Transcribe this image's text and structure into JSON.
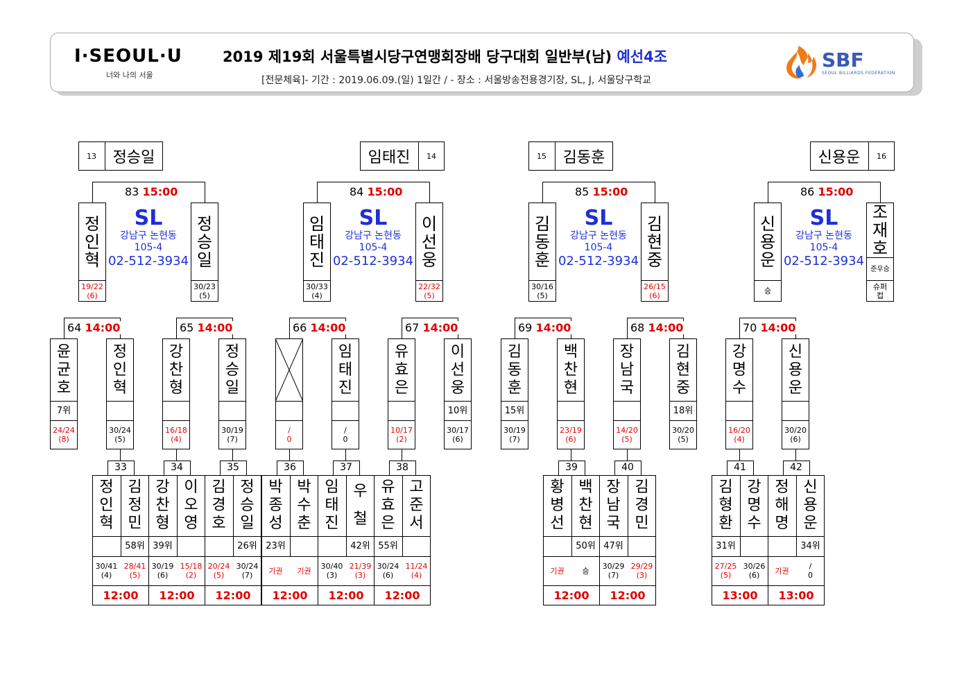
{
  "header": {
    "logo_left": "I·SEOUL·U",
    "logo_left_sub": "너와 나의 서울",
    "title_main": "2019  제19회  서울특별시당구연맹회장배  당구대회  일반부(남)",
    "title_group": "예선4조",
    "subtitle": "[전문체육]- 기간 : 2019.06.09.(일) 1일간 / - 장소 : 서울방송전용경기장, SL, J, 서울당구학교",
    "logo_right": "SBF",
    "logo_right_sub": "SEOUL BILLIARDS FEDERATION"
  },
  "venue": {
    "name": "SL",
    "address1": "강남구 논현동",
    "address2": "105-4",
    "phone": "02-512-3934"
  },
  "seeds": [
    {
      "num": "13",
      "name": "정승일"
    },
    {
      "num": "14",
      "name": "임태진"
    },
    {
      "num": "15",
      "name": "김동훈"
    },
    {
      "num": "16",
      "name": "신용운"
    }
  ],
  "semis": [
    {
      "match": "83",
      "time": "15:00",
      "p1": "정인혁",
      "p2": "정승일",
      "s1": "19/22",
      "s1b": "(6)",
      "s2": "30/23",
      "s2b": "(5)"
    },
    {
      "match": "84",
      "time": "15:00",
      "p1": "임태진",
      "p2": "이선웅",
      "s1": "30/33",
      "s1b": "(4)",
      "s2": "22/32",
      "s2b": "(5)"
    },
    {
      "match": "85",
      "time": "15:00",
      "p1": "김동훈",
      "p2": "김현중",
      "s1": "30/16",
      "s1b": "(5)",
      "s2": "26/15",
      "s2b": "(6)"
    },
    {
      "match": "86",
      "time": "15:00",
      "p1": "신용운",
      "p2": "조재호",
      "p2note": "준우승",
      "s1": "승",
      "s2": "슈퍼컵"
    }
  ],
  "round2": [
    {
      "match": "64",
      "time": "14:00",
      "p1": "윤균호",
      "r1": "7위",
      "s1": "24/24",
      "s1b": "(8)",
      "p2": "정인혁",
      "r2": "",
      "s2": "30/24",
      "s2b": "(5)",
      "sub1": "",
      "sub2": "33"
    },
    {
      "match": "65",
      "time": "14:00",
      "p1": "강찬형",
      "r1": "",
      "s1": "16/18",
      "s1b": "(4)",
      "p2": "정승일",
      "r2": "",
      "s2": "30/19",
      "s2b": "(7)",
      "sub1": "34",
      "sub2": "35"
    },
    {
      "match": "66",
      "time": "14:00",
      "p1": "",
      "r1": "",
      "s1": "/",
      "s1b": "0",
      "p2": "임태진",
      "r2": "",
      "s2": "/",
      "s2b": "0",
      "sub1": "36",
      "sub2": "37"
    },
    {
      "match": "67",
      "time": "14:00",
      "p1": "유효은",
      "r1": "",
      "s1": "10/17",
      "s1b": "(2)",
      "p2": "이선웅",
      "r2": "10위",
      "s2": "30/17",
      "s2b": "(6)",
      "sub1": "38",
      "sub2": ""
    },
    {
      "match": "69",
      "time": "14:00",
      "p1": "김동훈",
      "r1": "15위",
      "s1": "30/19",
      "s1b": "(7)",
      "p2": "백찬현",
      "r2": "",
      "s2": "23/19",
      "s2b": "(6)",
      "sub1": "",
      "sub2": "39"
    },
    {
      "match": "68",
      "time": "14:00",
      "p1": "장남국",
      "r1": "",
      "s1": "14/20",
      "s1b": "(5)",
      "p2": "김현중",
      "r2": "18위",
      "s2": "30/20",
      "s2b": "(5)",
      "sub1": "40",
      "sub2": ""
    },
    {
      "match": "70",
      "time": "14:00",
      "p1": "강명수",
      "r1": "",
      "s1": "16/20",
      "s1b": "(4)",
      "p2": "신용운",
      "r2": "",
      "s2": "30/20",
      "s2b": "(6)",
      "sub1": "41",
      "sub2": "42"
    }
  ],
  "round1": [
    {
      "match": "33",
      "time": "12:00",
      "p1": "정인혁",
      "r1": "",
      "s1": "30/41",
      "s1b": "(4)",
      "p2": "김정민",
      "r2": "58위",
      "s2": "28/41",
      "s2b": "(5)"
    },
    {
      "match": "34",
      "time": "12:00",
      "p1": "강찬형",
      "r1": "39위",
      "s1": "30/19",
      "s1b": "(6)",
      "p2": "이오영",
      "r2": "",
      "s2": "15/18",
      "s2b": "(2)"
    },
    {
      "match": "35",
      "time": "12:00",
      "p1": "김경호",
      "r1": "",
      "s1": "20/24",
      "s1b": "(5)",
      "p2": "정승일",
      "r2": "26위",
      "s2": "30/24",
      "s2b": "(7)"
    },
    {
      "match": "36",
      "time": "12:00",
      "p1": "박종성",
      "r1": "23위",
      "s1": "기권",
      "s1b": "",
      "p2": "박수춘",
      "r2": "",
      "s2": "기권",
      "s2b": ""
    },
    {
      "match": "37",
      "time": "12:00",
      "p1": "임태진",
      "r1": "",
      "s1": "30/40",
      "s1b": "(3)",
      "p2": "우 철",
      "r2": "42위",
      "s2": "21/39",
      "s2b": "(3)"
    },
    {
      "match": "38",
      "time": "12:00",
      "p1": "유효은",
      "r1": "55위",
      "s1": "30/24",
      "s1b": "(6)",
      "p2": "고준서",
      "r2": "",
      "s2": "11/24",
      "s2b": "(4)"
    },
    {
      "match": "39",
      "time": "12:00",
      "p1": "황병선",
      "r1": "",
      "s1": "기권",
      "s1b": "",
      "p2": "백찬현",
      "r2": "50위",
      "s2": "승",
      "s2b": ""
    },
    {
      "match": "40",
      "time": "12:00",
      "p1": "장남국",
      "r1": "47위",
      "s1": "30/29",
      "s1b": "(7)",
      "p2": "김경민",
      "r2": "",
      "s2": "29/29",
      "s2b": "(3)"
    },
    {
      "match": "41",
      "time": "13:00",
      "p1": "김형환",
      "r1": "31위",
      "s1": "27/25",
      "s1b": "(5)",
      "p2": "강명수",
      "r2": "",
      "s2": "30/26",
      "s2b": "(6)"
    },
    {
      "match": "42",
      "time": "13:00",
      "p1": "정해명",
      "r1": "",
      "s1": "기권",
      "s1b": "",
      "p2": "신용운",
      "r2": "34위",
      "s2": "/",
      "s2b": "0"
    }
  ],
  "colors": {
    "winner_red": "#e00000",
    "venue_blue": "#1f2fd6",
    "sbf_blue": "#3a59b8"
  }
}
